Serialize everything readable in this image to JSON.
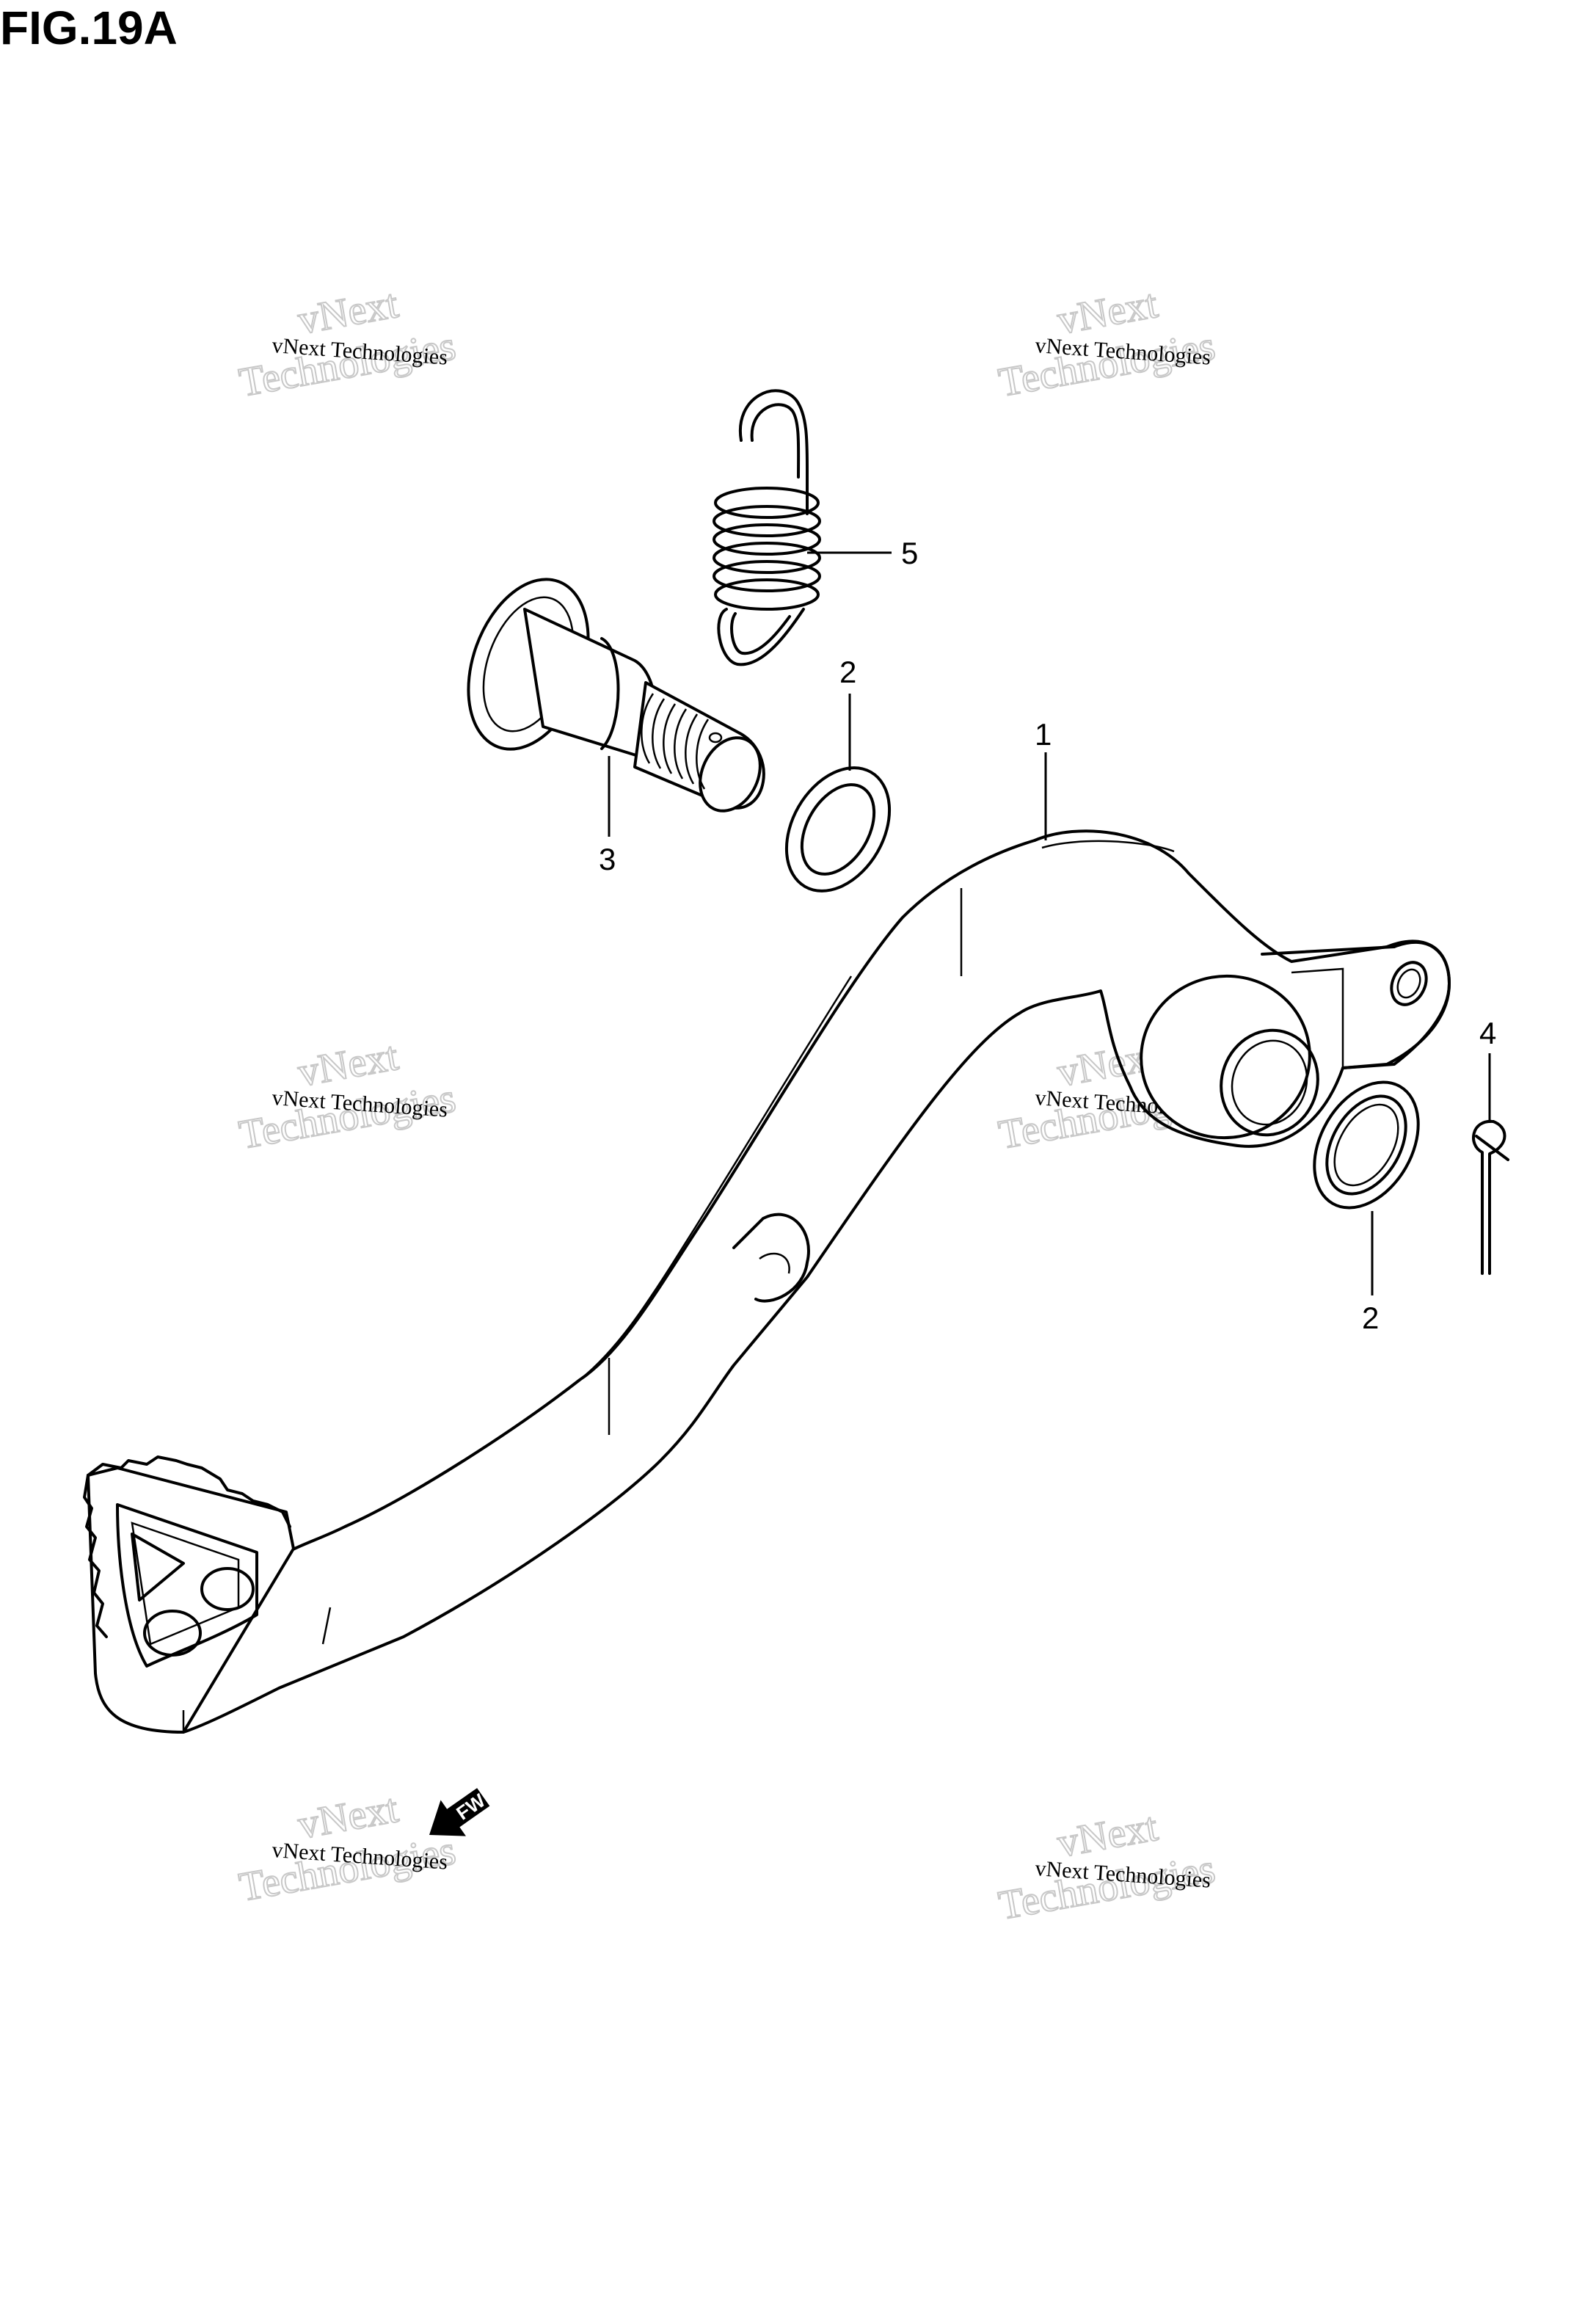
{
  "figure": {
    "title": "FIG.19A"
  },
  "watermarks": [
    {
      "line1": "vNext Technologies",
      "line2": "Technologies",
      "line3": "vNext"
    },
    {
      "line1": "vNext Technologies",
      "line2": "Technologies",
      "line3": "vNext"
    },
    {
      "line1": "vNext Technologies",
      "line2": "Technologies",
      "line3": "vNext"
    },
    {
      "line1": "vNext Technologies",
      "line2": "Technologies",
      "line3": "vNext"
    },
    {
      "line1": "vNext Technologies",
      "line2": "Technologies",
      "line3": "vNext"
    },
    {
      "line1": "vNext Technologies",
      "line2": "Technologies",
      "line3": "vNext"
    }
  ],
  "callouts": [
    {
      "label": "1"
    },
    {
      "label": "2"
    },
    {
      "label": "2"
    },
    {
      "label": "3"
    },
    {
      "label": "4"
    },
    {
      "label": "5"
    }
  ],
  "fwd_arrow": {
    "label": "FWD"
  }
}
